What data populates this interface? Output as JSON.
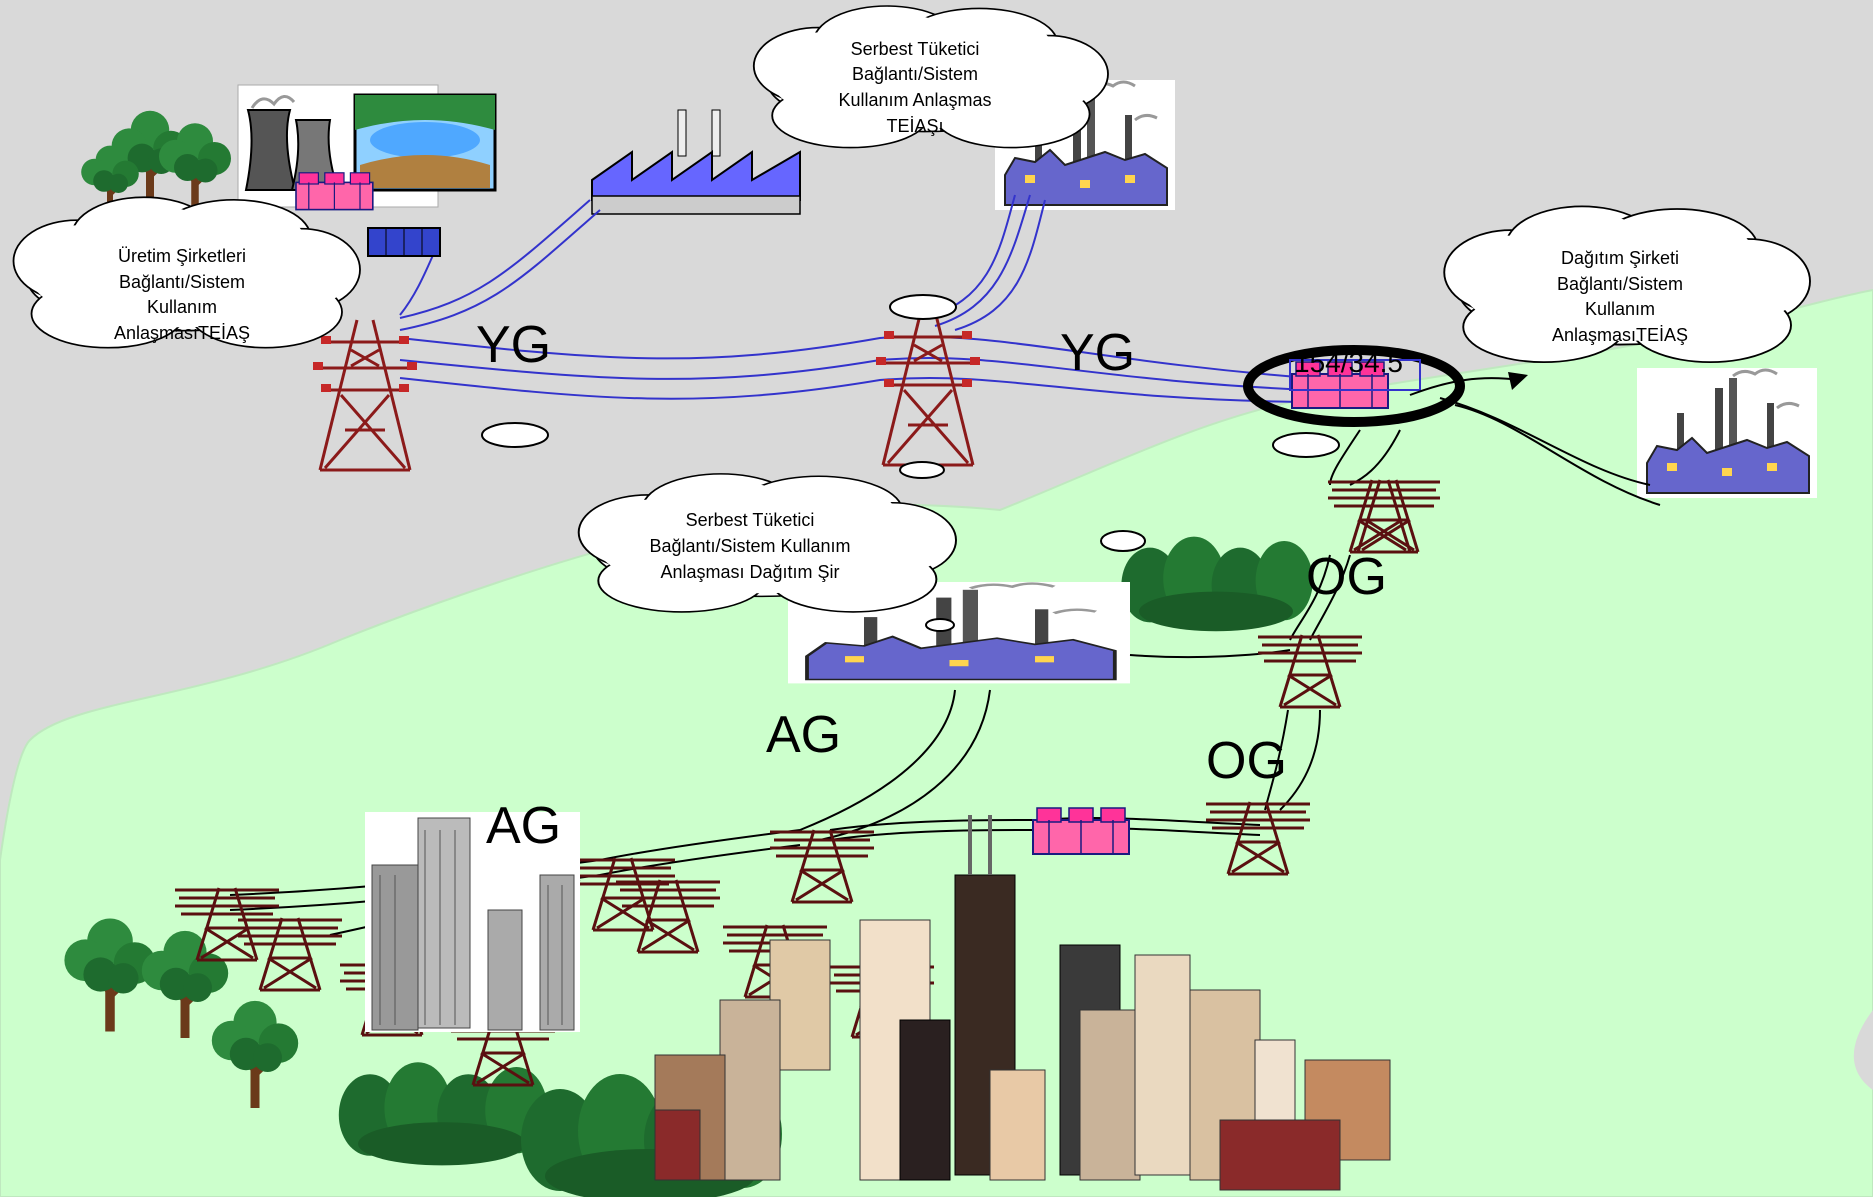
{
  "clouds": {
    "uretim": [
      "Üretim Şirketleri",
      "Bağlantı/Sistem",
      "Kullanım",
      "AnlaşmasıTEİAŞ"
    ],
    "serbest_top": [
      "Serbest Tüketici",
      "Bağlantı/Sistem",
      "Kullanım Anlaşmas",
      "TEİAŞı"
    ],
    "dagitim": [
      "Dağıtım Şirketi",
      "Bağlantı/Sistem",
      "Kullanım",
      "AnlaşmasıTEİAŞ"
    ],
    "serbest_mid": [
      "Serbest Tüketici",
      "Bağlantı/Sistem Kullanım",
      "Anlaşması Dağıtım Şir"
    ]
  },
  "labels": {
    "yg_left": "YG",
    "yg_right": "YG",
    "og_top": "OG",
    "og_bottom": "OG",
    "ag_mid": "AG",
    "ag_left": "AG",
    "substation": "154/34.5"
  },
  "colors": {
    "background_gray": "#d9d9d9",
    "land_green": "#ccffcc",
    "hv_line_blue": "#3333cc",
    "tower_red": "#8b1a1a",
    "factory_purple": "#6666cc",
    "tree_green": "#1e6b2e"
  },
  "icons": [
    "cooling-tower-icon",
    "dam-icon",
    "factory-icon",
    "transmission-tower-icon",
    "distribution-pole-icon",
    "transformer-icon",
    "tree-icon",
    "skyscraper-icon",
    "city-skyline-icon"
  ]
}
